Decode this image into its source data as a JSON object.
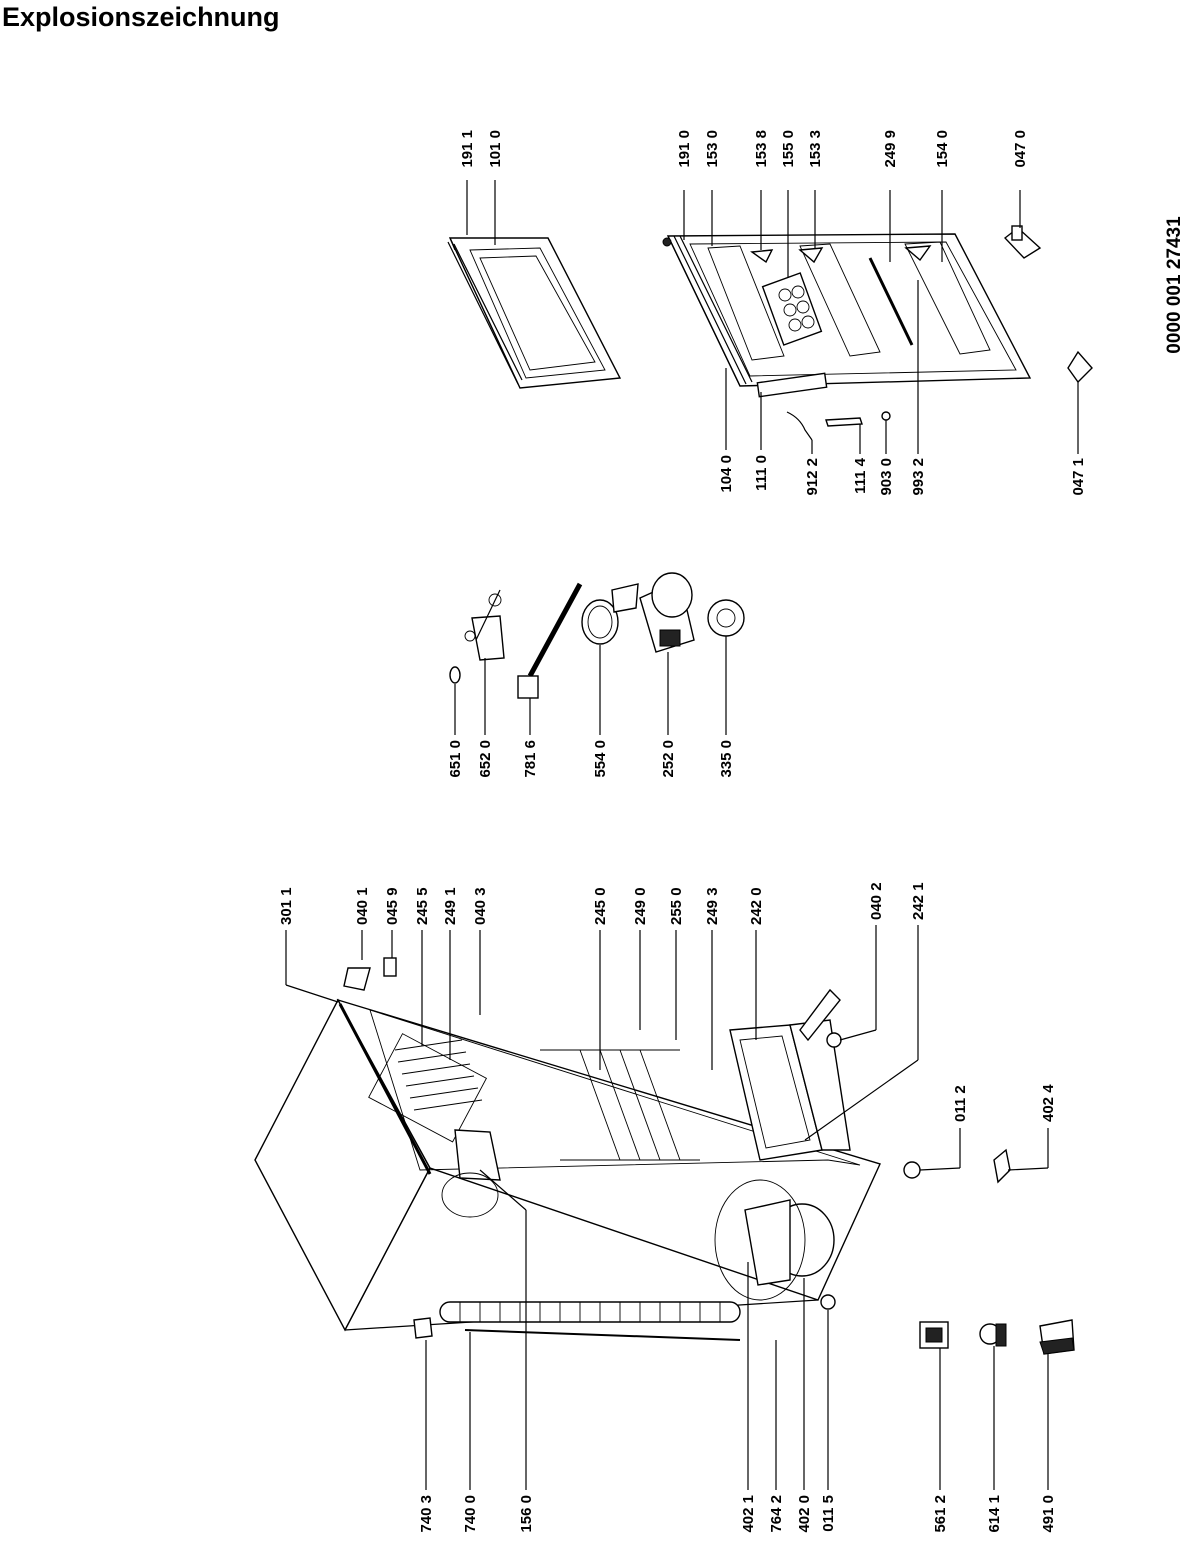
{
  "title": "Explosionszeichnung",
  "doc_number": "0000  001 27431",
  "labels": {
    "p1911": "191 1",
    "p1010": "101 0",
    "p1910": "191 0",
    "p1530": "153 0",
    "p1538": "153 8",
    "p1550": "155 0",
    "p1533": "153 3",
    "p2499": "249 9",
    "p1540": "154 0",
    "p0470": "047 0",
    "p1040": "104 0",
    "p1110": "111 0",
    "p9122": "912 2",
    "p1114": "111 4",
    "p9030": "903 0",
    "p9932": "993 2",
    "p0471": "047 1",
    "p6510": "651 0",
    "p6520": "652 0",
    "p7816": "781 6",
    "p5540": "554 0",
    "p2520": "252 0",
    "p3350": "335 0",
    "p3011": "301 1",
    "p0401": "040 1",
    "p0459": "045 9",
    "p2455": "245 5",
    "p2491": "249 1",
    "p0403": "040 3",
    "p2450": "245 0",
    "p2490": "249 0",
    "p2550": "255 0",
    "p2493": "249 3",
    "p2420": "242 0",
    "p0402": "040 2",
    "p2421": "242 1",
    "p0112": "011 2",
    "p4024": "402 4",
    "p7403": "740 3",
    "p7400": "740 0",
    "p1560": "156 0",
    "p4021": "402 1",
    "p7642": "764 2",
    "p4020": "402 0",
    "p0115": "011 5",
    "p5612": "561 2",
    "p6141": "614 1",
    "p4910": "491 0"
  }
}
